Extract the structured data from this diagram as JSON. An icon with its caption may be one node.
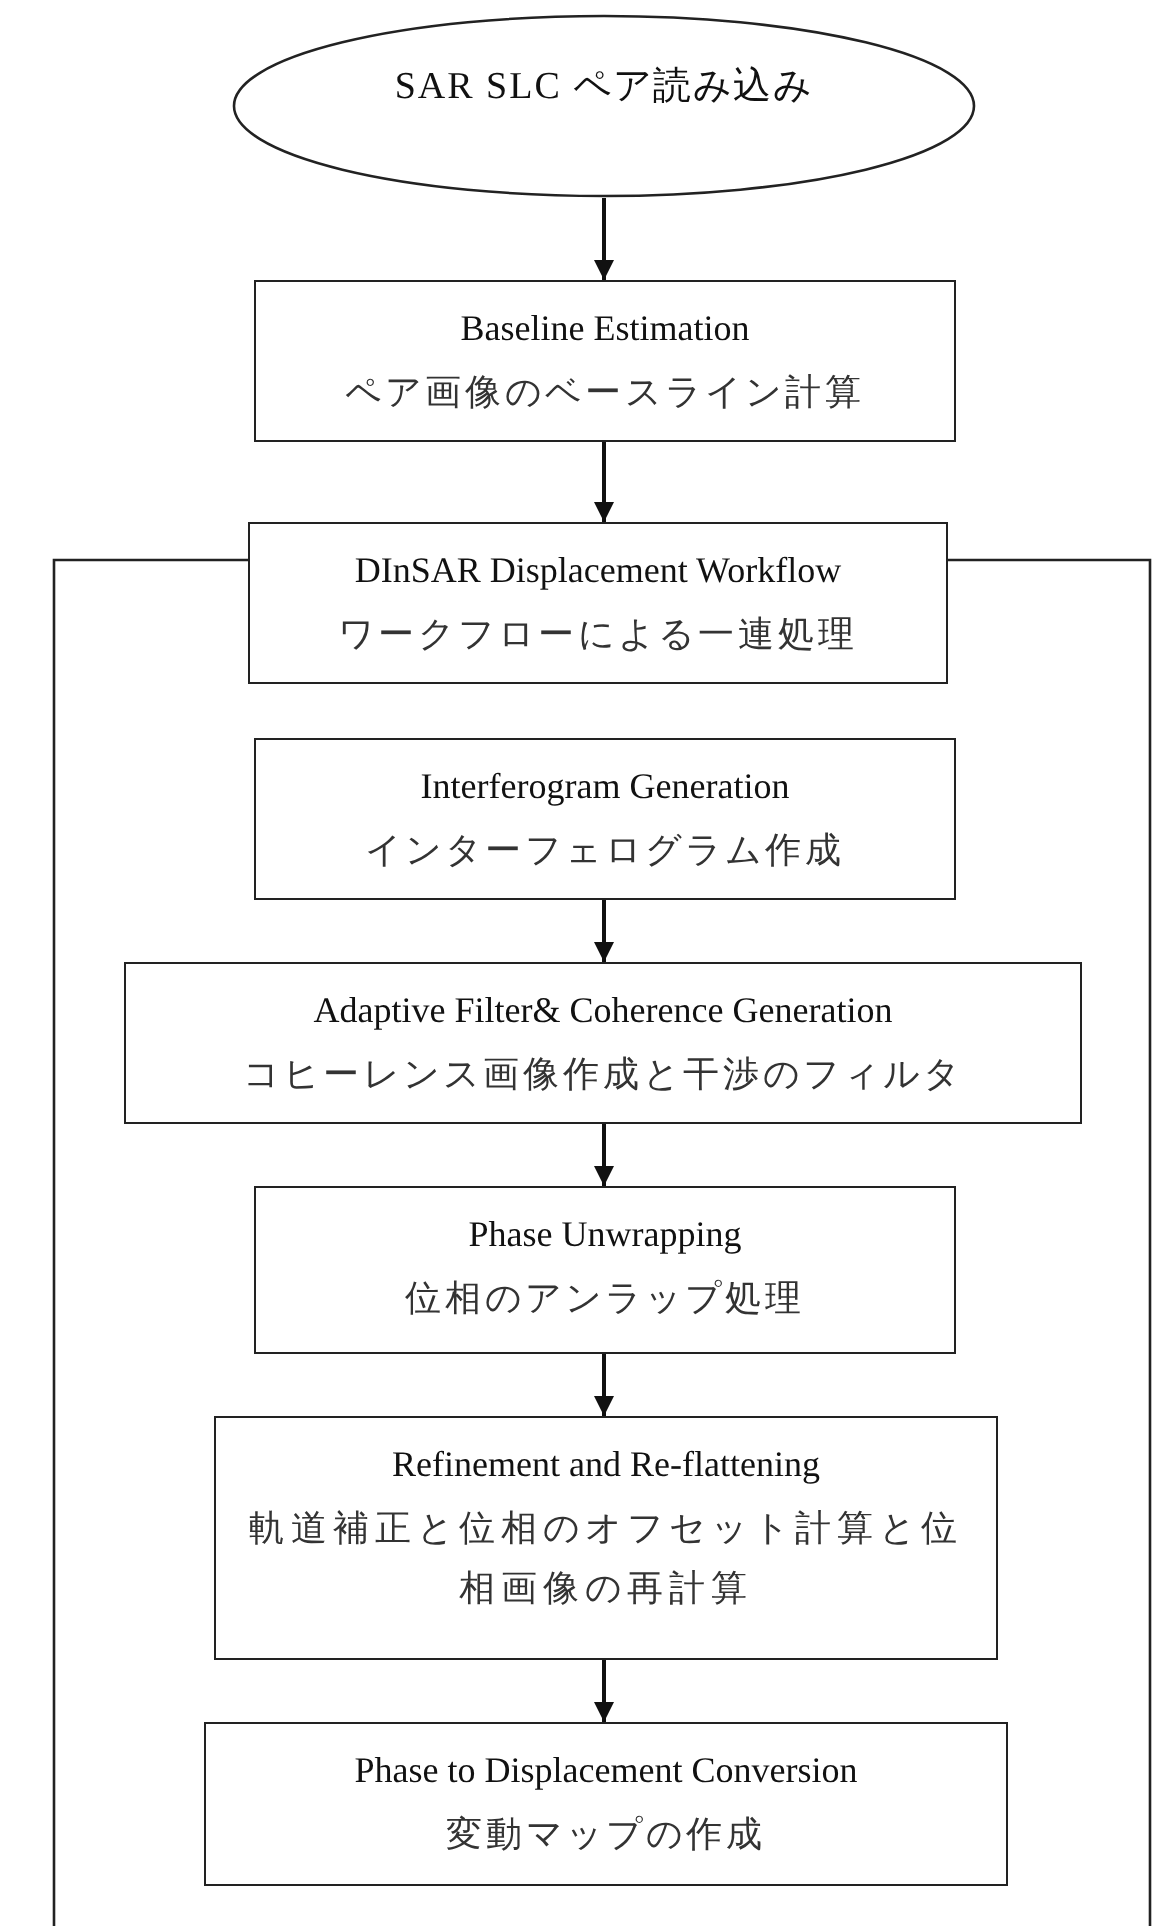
{
  "diagram": {
    "nodes": [
      {
        "text": [
          "SAR SLC ペア読み込み"
        ]
      },
      {
        "text": [
          "Baseline Estimation",
          "ペア画像のベースライン計算"
        ]
      },
      {
        "text": [
          "DInSAR Displacement Workflow",
          "ワークフローによる一連処理"
        ]
      },
      {
        "text": [
          "Interferogram Generation",
          "インターフェログラム作成"
        ]
      },
      {
        "text": [
          "Adaptive Filter& Coherence Generation",
          "コヒーレンス画像作成と干渉のフィルタ"
        ]
      },
      {
        "text": [
          "Phase Unwrapping",
          "位相のアンラップ処理"
        ]
      },
      {
        "text": [
          "Refinement and Re-flattening",
          "軌道補正と位相のオフセット計算と位相画像の再計算"
        ]
      },
      {
        "text": [
          "Phase to Displacement Conversion",
          "変動マップの作成"
        ]
      }
    ],
    "edges": [
      {
        "from": 0,
        "to": 1,
        "arrow": "to"
      },
      {
        "from": 1,
        "to": 2,
        "arrow": "to"
      },
      {
        "from": 3,
        "to": 4,
        "arrow": "to"
      },
      {
        "from": 4,
        "to": 5,
        "arrow": "to"
      },
      {
        "from": 5,
        "to": 6,
        "arrow": "to"
      },
      {
        "from": 6,
        "to": 7,
        "arrow": "to"
      }
    ]
  }
}
